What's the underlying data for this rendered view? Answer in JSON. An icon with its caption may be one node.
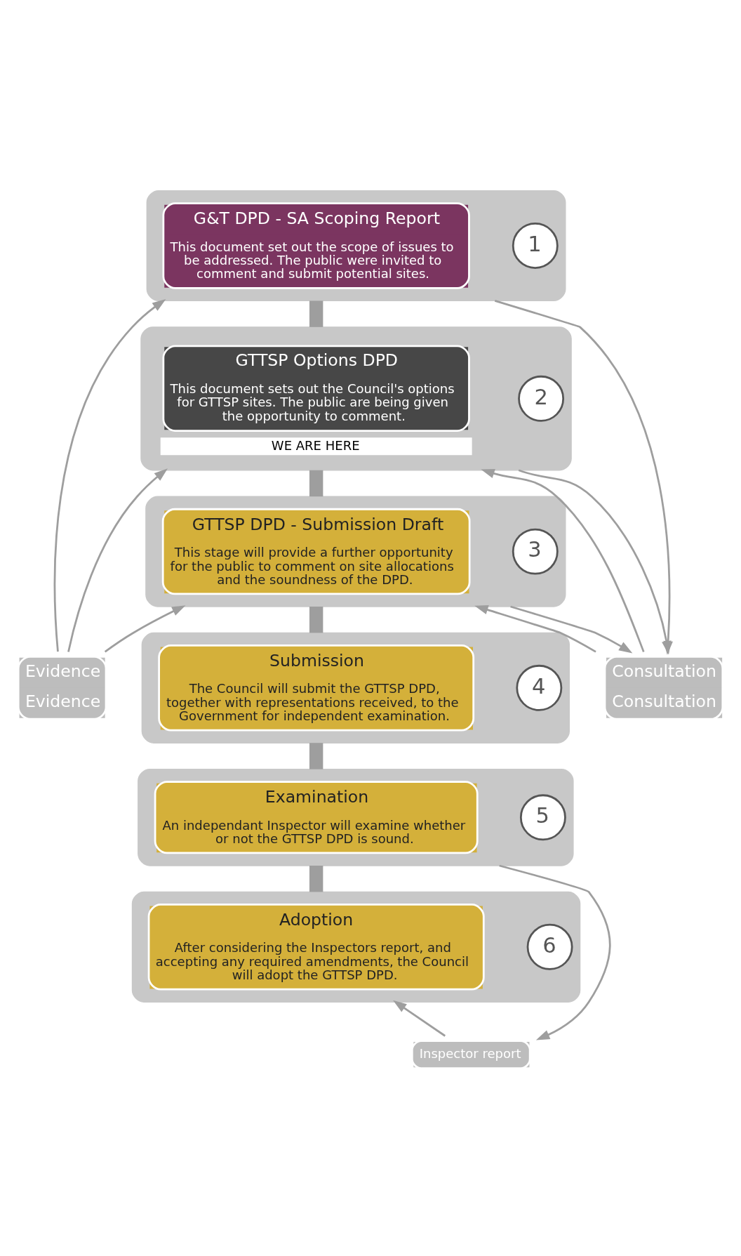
{
  "diagram": {
    "nodes": [
      {
        "text": [],
        "shape": "box"
      },
      {
        "text": [
          "1"
        ],
        "in": 0
      },
      {
        "text": [
          "G&T DPD - SA Scoping Report",
          "This document set out the scope of issues to be addressed. The public were invited to comment and submit potential sites."
        ],
        "in": 0
      },
      {
        "text": [],
        "shape": "box"
      },
      {
        "text": [
          "2"
        ],
        "in": 3
      },
      {
        "text": [
          "GTTSP Options DPD",
          "This document sets out the Council's options for GTTSP sites. The public are being given the opportunity to comment."
        ],
        "in": 3,
        "beside": [
          "WE ARE HERE"
        ]
      },
      {
        "text": [],
        "shape": "box"
      },
      {
        "text": [
          "3"
        ],
        "in": 6
      },
      {
        "text": [
          "GTTSP DPD - Submission Draft",
          "This stage will provide a further opportunity for the public to comment on site allocations and the soundness of the DPD."
        ],
        "in": 6
      },
      {
        "text": [],
        "shape": "box"
      },
      {
        "text": [
          "4"
        ],
        "in": 9
      },
      {
        "text": [
          "Submission",
          "The Council will submit the GTTSP DPD, together with representations received, to the Government for independent examination."
        ],
        "in": 9
      },
      {
        "text": [],
        "shape": "box"
      },
      {
        "text": [
          "5"
        ],
        "in": 12
      },
      {
        "text": [
          "Examination",
          "An independant Inspector will examine whether or not the GTTSP DPD is sound."
        ],
        "in": 12
      },
      {
        "text": [],
        "shape": "box"
      },
      {
        "text": [
          "6"
        ],
        "in": 15
      },
      {
        "text": [
          "Adoption",
          "After considering the Inspectors report, and accepting any required amendments, the Council will adopt the GTTSP DPD."
        ],
        "in": 15
      },
      {
        "text": [
          "Consultation",
          "Consultation"
        ]
      },
      {
        "text": [
          "Evidence",
          "Evidence"
        ]
      },
      {
        "text": [
          "Inspector report"
        ]
      }
    ],
    "edges": [
      {
        "from": 0,
        "to": 3,
        "arrow": "none",
        "style": "thick"
      },
      {
        "from": 3,
        "to": 6,
        "arrow": "none",
        "style": "thick"
      },
      {
        "from": 6,
        "to": 9,
        "arrow": "none",
        "style": "thick"
      },
      {
        "from": 9,
        "to": 12,
        "arrow": "none",
        "style": "thick"
      },
      {
        "from": 12,
        "to": 15,
        "arrow": "none",
        "style": "thick"
      },
      {
        "from": 0,
        "to": 18,
        "arrow": "to"
      },
      {
        "from": 18,
        "to": 3,
        "arrow": "to"
      },
      {
        "from": 3,
        "to": 18,
        "arrow": "to"
      },
      {
        "from": 18,
        "to": 6,
        "arrow": "to"
      },
      {
        "from": 6,
        "to": 18,
        "arrow": "to"
      },
      {
        "from": 19,
        "to": 0,
        "arrow": "to"
      },
      {
        "from": 19,
        "to": 3,
        "arrow": "to"
      },
      {
        "from": 19,
        "to": 6,
        "arrow": "to"
      },
      {
        "from": 12,
        "to": 20,
        "arrow": "to"
      },
      {
        "from": 20,
        "to": 15,
        "arrow": "to"
      }
    ]
  }
}
